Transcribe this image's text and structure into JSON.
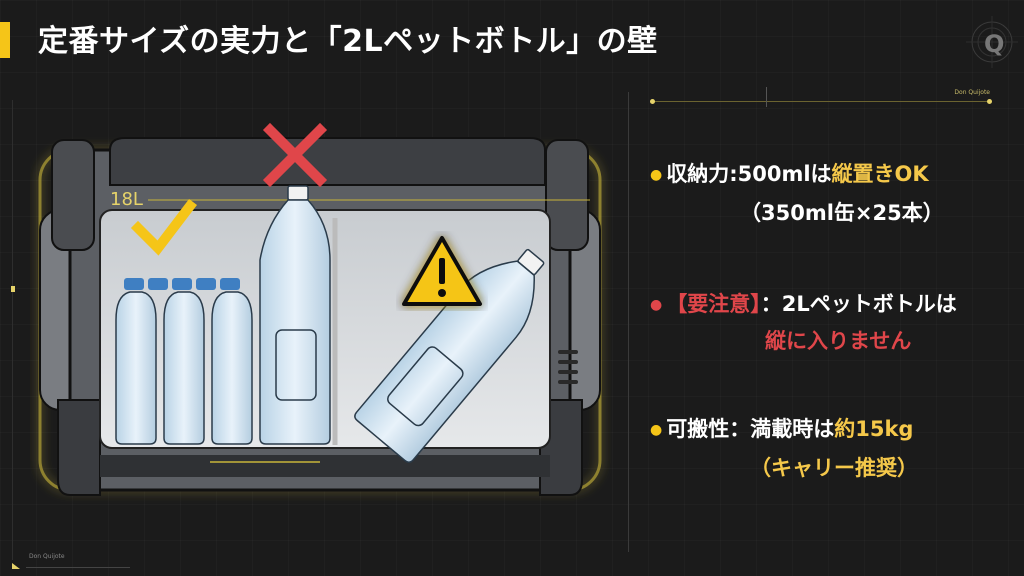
{
  "slide": {
    "title": "定番サイズの実力と「2Lペットボトル」の壁",
    "accent_color": "#f5c518",
    "logo_letter": "Q",
    "brand_label": "Don Quijote",
    "timeline_label": "Don Quijote"
  },
  "illustration": {
    "capacity_label": "18L",
    "marks": {
      "ok": "checkmark-yellow",
      "ng": "cross-red",
      "warning": "warning-triangle"
    },
    "bottles_500ml_count": 5
  },
  "bullets": [
    {
      "label": "収納力:500mlは",
      "highlight": "縦置きOK",
      "highlight_color": "#f5c84a",
      "sub": "（350ml缶×25本）",
      "sub_color": "#ffffff"
    },
    {
      "label_highlight": "【要注意】",
      "label_highlight_color": "#e0464a",
      "label": "：2Lペットボトルは",
      "sub": "縦に入りません",
      "sub_color": "#e0464a"
    },
    {
      "label": "可搬性：満載時は",
      "highlight": "約15kg",
      "highlight_color": "#f5c84a",
      "sub": "（キャリー推奨）",
      "sub_color": "#f5c84a"
    }
  ]
}
